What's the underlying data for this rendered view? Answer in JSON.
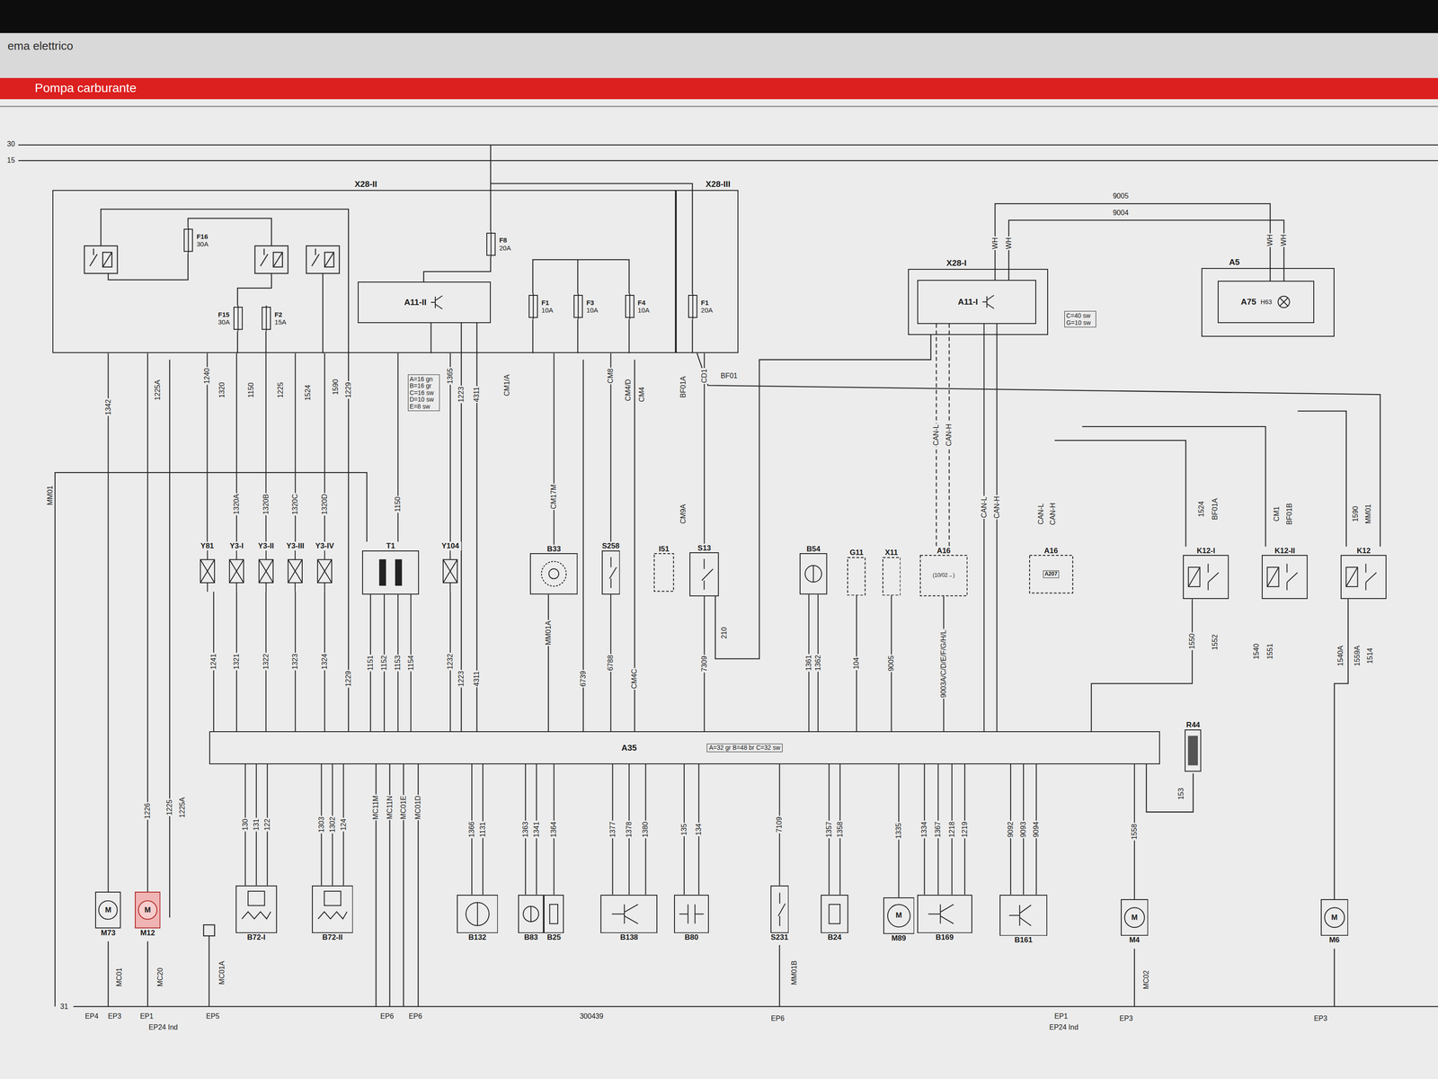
{
  "diagram": {
    "title": "Pompa carburante",
    "nodes": [
      {
        "text": [
          "X28-II"
        ]
      },
      {
        "text": [
          "X28-III"
        ]
      },
      {
        "text": [
          "F16",
          "30A"
        ],
        "in": 0
      },
      {
        "text": [
          "F8",
          "20A"
        ],
        "in": 0
      },
      {
        "text": [
          "F15",
          "30A"
        ],
        "in": 0
      },
      {
        "text": [
          "F2",
          "15A"
        ],
        "in": 0
      },
      {
        "text": [
          "A11-II"
        ],
        "in": 0
      },
      {
        "text": [
          "F1",
          "10A"
        ],
        "in": 0
      },
      {
        "text": [
          "F3",
          "10A"
        ],
        "in": 0
      },
      {
        "text": [
          "F4",
          "10A"
        ],
        "in": 0
      },
      {
        "text": [
          "F1",
          "20A"
        ],
        "in": 1
      },
      {
        "text": [
          "X28-I"
        ]
      },
      {
        "text": [
          "A11-I"
        ],
        "in": 11
      },
      {
        "text": [
          "A5"
        ]
      },
      {
        "text": [
          "A75",
          "H63"
        ],
        "in": 13
      },
      {
        "text": [
          "Y81"
        ]
      },
      {
        "text": [
          "Y3-I"
        ]
      },
      {
        "text": [
          "Y3-II"
        ]
      },
      {
        "text": [
          "Y3-III"
        ]
      },
      {
        "text": [
          "Y3-IV"
        ]
      },
      {
        "text": [
          "T1"
        ]
      },
      {
        "text": [
          "Y104"
        ]
      },
      {
        "text": [
          "B33"
        ]
      },
      {
        "text": [
          "S258"
        ]
      },
      {
        "text": [
          "I51"
        ]
      },
      {
        "text": [
          "S13"
        ]
      },
      {
        "text": [
          "B54"
        ]
      },
      {
        "text": [
          "G11"
        ]
      },
      {
        "text": [
          "X11"
        ]
      },
      {
        "text": [
          "A16",
          "(10/02→)"
        ]
      },
      {
        "text": [
          "A16",
          "A207"
        ]
      },
      {
        "text": [
          "K12-I"
        ]
      },
      {
        "text": [
          "K12-II"
        ]
      },
      {
        "text": [
          "K12"
        ]
      },
      {
        "text": [
          "R44"
        ]
      },
      {
        "text": [
          "A35"
        ]
      },
      {
        "text": [
          "M73",
          "M"
        ]
      },
      {
        "text": [
          "M12",
          "M"
        ]
      },
      {
        "text": [
          "B72-I"
        ]
      },
      {
        "text": [
          "B72-II"
        ]
      },
      {
        "text": [
          "B132"
        ]
      },
      {
        "text": [
          "B83"
        ]
      },
      {
        "text": [
          "B25"
        ]
      },
      {
        "text": [
          "B138"
        ]
      },
      {
        "text": [
          "B80"
        ]
      },
      {
        "text": [
          "S231"
        ]
      },
      {
        "text": [
          "B24"
        ]
      },
      {
        "text": [
          "M89",
          "M"
        ]
      },
      {
        "text": [
          "B169"
        ]
      },
      {
        "text": [
          "B161"
        ]
      },
      {
        "text": [
          "M4",
          "M"
        ]
      },
      {
        "text": [
          "M6",
          "M"
        ]
      }
    ],
    "edges": [
      {
        "from": 0,
        "to": 15,
        "label": "1240",
        "arrow": "none"
      },
      {
        "from": 0,
        "to": 16,
        "label": "1320A",
        "arrow": "none"
      },
      {
        "from": 0,
        "to": 17,
        "label": "1320B",
        "arrow": "none"
      },
      {
        "from": 0,
        "to": 18,
        "label": "1320C",
        "arrow": "none"
      },
      {
        "from": 0,
        "to": 19,
        "label": "1320D",
        "arrow": "none"
      },
      {
        "from": 0,
        "to": 20,
        "label": "1150",
        "arrow": "none"
      },
      {
        "from": 0,
        "to": 21,
        "label": "1365",
        "arrow": "none"
      },
      {
        "from": 0,
        "to": 22,
        "label": "CM17M",
        "arrow": "none"
      },
      {
        "from": 0,
        "to": 23,
        "label": "CM8",
        "arrow": "none"
      },
      {
        "from": 1,
        "to": 25,
        "label": "CD1",
        "arrow": "none"
      },
      {
        "from": 15,
        "to": 35,
        "label": "1241",
        "arrow": "none"
      },
      {
        "from": 16,
        "to": 35,
        "label": "1321",
        "arrow": "none"
      },
      {
        "from": 17,
        "to": 35,
        "label": "1322",
        "arrow": "none"
      },
      {
        "from": 18,
        "to": 35,
        "label": "1323",
        "arrow": "none"
      },
      {
        "from": 19,
        "to": 35,
        "label": "1324",
        "arrow": "none"
      },
      {
        "from": 20,
        "to": 35,
        "label": "1151",
        "arrow": "none"
      },
      {
        "from": 20,
        "to": 35,
        "label": "1152",
        "arrow": "none"
      },
      {
        "from": 20,
        "to": 35,
        "label": "1153",
        "arrow": "none"
      },
      {
        "from": 20,
        "to": 35,
        "label": "1154",
        "arrow": "none"
      },
      {
        "from": 21,
        "to": 35,
        "label": "1232",
        "arrow": "none"
      },
      {
        "from": 23,
        "to": 35,
        "label": "6788",
        "arrow": "none"
      },
      {
        "from": 25,
        "to": 35,
        "label": "7309",
        "arrow": "none"
      },
      {
        "from": 26,
        "to": 35,
        "label": "1361",
        "arrow": "none"
      },
      {
        "from": 26,
        "to": 35,
        "label": "1362",
        "arrow": "none"
      },
      {
        "from": 27,
        "to": 35,
        "label": "104",
        "arrow": "none"
      },
      {
        "from": 28,
        "to": 35,
        "label": "9005",
        "arrow": "none"
      },
      {
        "from": 29,
        "to": 35,
        "label": "9003A/C/D/E/F/G/H/L",
        "arrow": "none"
      },
      {
        "from": 31,
        "to": 35,
        "label": "1550",
        "arrow": "none"
      },
      {
        "from": 38,
        "to": 35,
        "label": "130",
        "arrow": "none"
      },
      {
        "from": 38,
        "to": 35,
        "label": "131",
        "arrow": "none"
      },
      {
        "from": 38,
        "to": 35,
        "label": "122",
        "arrow": "none"
      },
      {
        "from": 39,
        "to": 35,
        "label": "1303",
        "arrow": "none"
      },
      {
        "from": 39,
        "to": 35,
        "label": "1302",
        "arrow": "none"
      },
      {
        "from": 39,
        "to": 35,
        "label": "124",
        "arrow": "none"
      },
      {
        "from": 40,
        "to": 35,
        "label": "1366",
        "arrow": "none"
      },
      {
        "from": 40,
        "to": 35,
        "label": "1131",
        "arrow": "none"
      },
      {
        "from": 41,
        "to": 35,
        "label": "1363",
        "arrow": "none"
      },
      {
        "from": 41,
        "to": 35,
        "label": "1341",
        "arrow": "none"
      },
      {
        "from": 42,
        "to": 35,
        "label": "1364",
        "arrow": "none"
      },
      {
        "from": 43,
        "to": 35,
        "label": "1377",
        "arrow": "none"
      },
      {
        "from": 43,
        "to": 35,
        "label": "1378",
        "arrow": "none"
      },
      {
        "from": 43,
        "to": 35,
        "label": "1380",
        "arrow": "none"
      },
      {
        "from": 44,
        "to": 35,
        "label": "135",
        "arrow": "none"
      },
      {
        "from": 44,
        "to": 35,
        "label": "134",
        "arrow": "none"
      },
      {
        "from": 45,
        "to": 35,
        "label": "7109",
        "arrow": "none"
      },
      {
        "from": 46,
        "to": 35,
        "label": "1357",
        "arrow": "none"
      },
      {
        "from": 46,
        "to": 35,
        "label": "1358",
        "arrow": "none"
      },
      {
        "from": 47,
        "to": 35,
        "label": "1335",
        "arrow": "none"
      },
      {
        "from": 48,
        "to": 35,
        "label": "1334",
        "arrow": "none"
      },
      {
        "from": 48,
        "to": 35,
        "label": "1367",
        "arrow": "none"
      },
      {
        "from": 48,
        "to": 35,
        "label": "1218",
        "arrow": "none"
      },
      {
        "from": 48,
        "to": 35,
        "label": "1219",
        "arrow": "none"
      },
      {
        "from": 49,
        "to": 35,
        "label": "9092",
        "arrow": "none"
      },
      {
        "from": 49,
        "to": 35,
        "label": "9093",
        "arrow": "none"
      },
      {
        "from": 49,
        "to": 35,
        "label": "9094",
        "arrow": "none"
      },
      {
        "from": 50,
        "to": 35,
        "label": "1558",
        "arrow": "none"
      },
      {
        "from": 0,
        "to": 36,
        "label": "1342",
        "arrow": "none"
      },
      {
        "from": 0,
        "to": 37,
        "label": "1226",
        "arrow": "none"
      },
      {
        "from": 12,
        "to": 29,
        "label": "CAN-L",
        "arrow": "none"
      },
      {
        "from": 12,
        "to": 29,
        "label": "CAN-H",
        "arrow": "none"
      },
      {
        "from": 12,
        "to": 35,
        "label": "CAN-L",
        "arrow": "none"
      },
      {
        "from": 12,
        "to": 35,
        "label": "CAN-H",
        "arrow": "none"
      }
    ],
    "labels": [
      "ema elettrico",
      "30",
      "15",
      "31",
      "1225A",
      "1320",
      "1150",
      "1225",
      "1524",
      "1590",
      "1229",
      "1223",
      "4311",
      "CM1/A",
      "CM4/D",
      "CM4",
      "BF01A",
      "BF01",
      "MM01",
      "9005",
      "9004",
      "WH",
      "WH",
      "WH",
      "WH",
      "C=40 sw G=10 sw",
      "A=16 gn B=16 gr C=16 sw D=10 sw E=8 sw",
      "A=32 gr B=48 br C=32 sw",
      "CAN-L",
      "CAN-H",
      "CM9A",
      "MM01A",
      "6739",
      "CM4C",
      "210",
      "1229",
      "1223",
      "4311",
      "1524",
      "BF01A",
      "CM1",
      "BF01B",
      "1590",
      "MM01",
      "1552",
      "1540",
      "1551",
      "1540A",
      "1559A",
      "1514",
      "153",
      "MC11M",
      "MC11N",
      "MC01E",
      "MC01D",
      "1225",
      "1225A",
      "MC01",
      "MC20",
      "MC01A",
      "MM01B",
      "MC02",
      "EP4",
      "EP3",
      "EP1",
      "EP24 Ind",
      "EP5",
      "EP6",
      "EP6",
      "300439",
      "EP6",
      "EP1",
      "EP24 Ind",
      "EP3",
      "EP3"
    ]
  }
}
